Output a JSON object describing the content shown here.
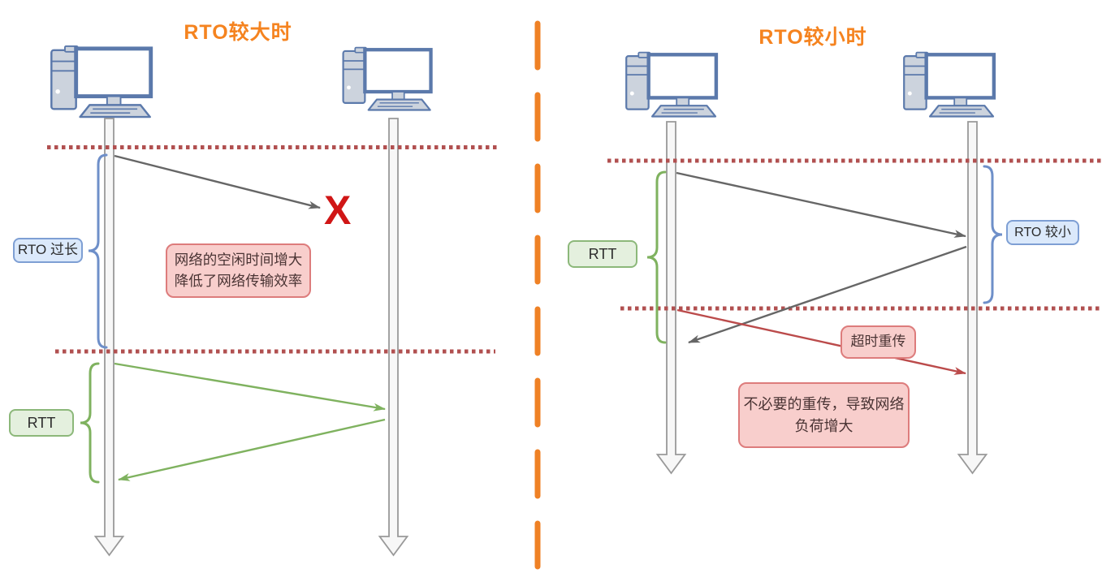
{
  "diagram": {
    "left_panel": {
      "title": "RTO较大时",
      "rto_brace_label": "RTO 过长",
      "rtt_brace_label": "RTT",
      "lost_packet_mark": "X",
      "note": {
        "line1": "网络的空闲时间增大",
        "line2": "降低了网络传输效率"
      }
    },
    "right_panel": {
      "title": "RTO较小时",
      "rtt_brace_label": "RTT",
      "rto_brace_label": "RTO 较小",
      "retransmission_label": "超时重传",
      "note": {
        "line1": "不必要的重传，导致网络",
        "line2": "负荷增大"
      }
    },
    "colors": {
      "title_orange": "#f5831f",
      "divider_orange": "#ef8125",
      "timeout_dotted_red": "#b15050",
      "retransmit_arrow_red": "#bb4b4b",
      "data_arrow_gray": "#666666",
      "ack_arrow_green": "#7fb25f",
      "brace_blue": "#6e8fc9",
      "label_blue_fill": "#dbe9fb",
      "label_blue_border": "#7e9fd4",
      "label_green_fill": "#e4f0de",
      "label_green_border": "#8cb87a",
      "note_pink_fill": "#f8cecc",
      "note_pink_border": "#dd7c7c",
      "lost_mark_red": "#d01616",
      "computer_blue": "#5b79ab",
      "timeline_gray": "#999999"
    }
  }
}
